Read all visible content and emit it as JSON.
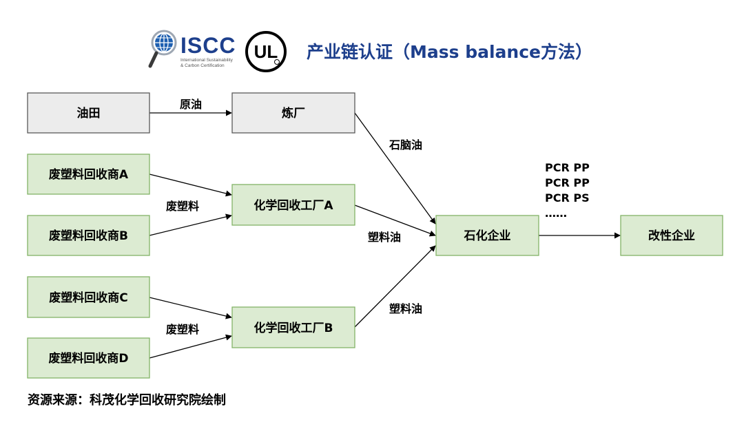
{
  "header": {
    "iscc": {
      "name": "ISCC",
      "subtitle_line1": "International Sustainability",
      "subtitle_line2": "& Carbon Certification"
    },
    "ul_logo_text": "UL",
    "title": "产业链认证（Mass balance方法）"
  },
  "nodes": {
    "oilfield": "油田",
    "refinery": "炼厂",
    "recycler_a": "废塑料回收商A",
    "recycler_b": "废塑料回收商B",
    "recycler_c": "废塑料回收商C",
    "recycler_d": "废塑料回收商D",
    "plant_a": "化学回收工厂A",
    "plant_b": "化学回收工厂B",
    "petrochem": "石化企业",
    "modifier": "改性企业"
  },
  "edge_labels": {
    "crude_oil": "原油",
    "naphtha": "石脑油",
    "waste_plastic_1": "废塑料",
    "waste_plastic_2": "废塑料",
    "plastic_oil_1": "塑料油",
    "plastic_oil_2": "塑料油"
  },
  "products": [
    "PCR PP",
    "PCR PP",
    "PCR PS",
    "……"
  ],
  "colors": {
    "title_blue": "#1d3f8c",
    "gray_fill": "#ececec",
    "gray_stroke": "#595959",
    "green_fill": "#dcebd2",
    "green_stroke": "#82b366"
  },
  "footer": {
    "source": "资源来源：科茂化学回收研究院绘制"
  }
}
